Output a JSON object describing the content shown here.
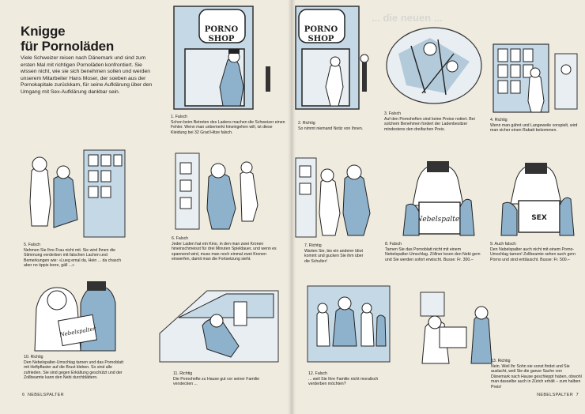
{
  "title": "Knigge\nfür Pornoläden",
  "intro": "Viele Schweizer reisen nach Dänemark und sind zum ersten Mal mit richtigen Pornoläden konfrontiert. Sie wissen nicht, wie sie sich benehmen sollen und werden unserem Mitarbeiter Hans Moser, der soeben aus der Pornokapitale zurückkam, für seine Aufklärung über den Umgang mit Sex-Aufklärung dankbar sein.",
  "ghost_text": "... die neuen ...",
  "shop_sign": "PORNO\nSHOP",
  "nebelspalter_sign": "Nebelspalter",
  "sexualmagazin_sign": "SEX",
  "panels": [
    {
      "caption": "1. Falsch\nSchon beim Betreten des Ladens machen die Schweizer einen Fehler. Wenn man unbemerkt hineingehen will, ist diese Kleidung bei 32 Grad Hitze falsch."
    },
    {
      "caption": "2. Richtig\nSo nimmt niemand Notiz von Ihnen."
    },
    {
      "caption": "3. Falsch\nAuf den Pornoheften sind keine Preise notiert. Bei solchem Benehmen fordert der Ladenbesitzer mindestens den dreifachen Preis."
    },
    {
      "caption": "4. Richtig\nWenn man gähnt und Langeweile vorspielt, wird man sicher einen Rabatt bekommen."
    },
    {
      "caption": "5. Falsch\nNehmen Sie Ihre Frau nicht mit. Sie wird Ihnen die Stimmung verderben mit falschen Lachen und Bemerkungen wie: «Lueg emal da, Hein ... da chasch aber no öppis leere, gäll ...»"
    },
    {
      "caption": "6. Falsch\nJeder Laden hat ein Kino, in den man zwei Kronen hineinschmeisst für drei Minuten Spieldauer, und wenn es spannend wird, muss man noch einmal zwei Kronen einwerfen, damit man die Fortsetzung sieht."
    },
    {
      "caption": "7. Richtig\nWarten Sie, bis ein anderer Idiot kommt und gucken Sie ihm über die Schulter!"
    },
    {
      "caption": "8. Falsch\nTarnen Sie das Pornoblatt nicht mit einem Nebelspalter-Umschlag. Zöllner lesen den Nebi gern und Sie werden sofort erwischt. Busse: Fr. 300.–"
    },
    {
      "caption": "9. Auch falsch:\nDen Nebelspalter auch nicht mit einem Porno-Umschlag tarnen! Zollbeamte sehen auch gern Porno und sind enttäuscht. Busse: Fr. 500.–"
    },
    {
      "caption": "10. Richtig\nDen Nebelspalter-Umschlag tarnen und das Pornoblatt mit Heftpflaster auf die Brust kleben. So sind alle zufrieden. Sie sind gegen Erkältung geschützt und der Zollbeamte kann den Nebi durchblättern."
    },
    {
      "caption": "11. Richtig\nDie Pornohefte zu Hause gut vor seiner Familie verstecken ..."
    },
    {
      "caption": "12. Falsch\n... weil Sie Ihre Familie nicht moralisch verderben möchten?"
    },
    {
      "caption": "13. Richtig\nNein. Weil Ihr Sohn sie sonst findet und Sie auslacht, weil Sie die ganze Sache von Dänemark nach Hause geschleppt haben, obwohl man dasselbe auch in Zürich erhält – zum halben Preis!"
    }
  ],
  "footer": {
    "left_page": "6",
    "left_mag": "NEBELSPALTER",
    "right_mag": "NEBELSPALTER",
    "right_page": "7"
  },
  "colors": {
    "paper": "#f0ebdf",
    "ink": "#1d1d1d",
    "wash": "#8fb2cc",
    "wash_light": "#c5d8e6"
  }
}
